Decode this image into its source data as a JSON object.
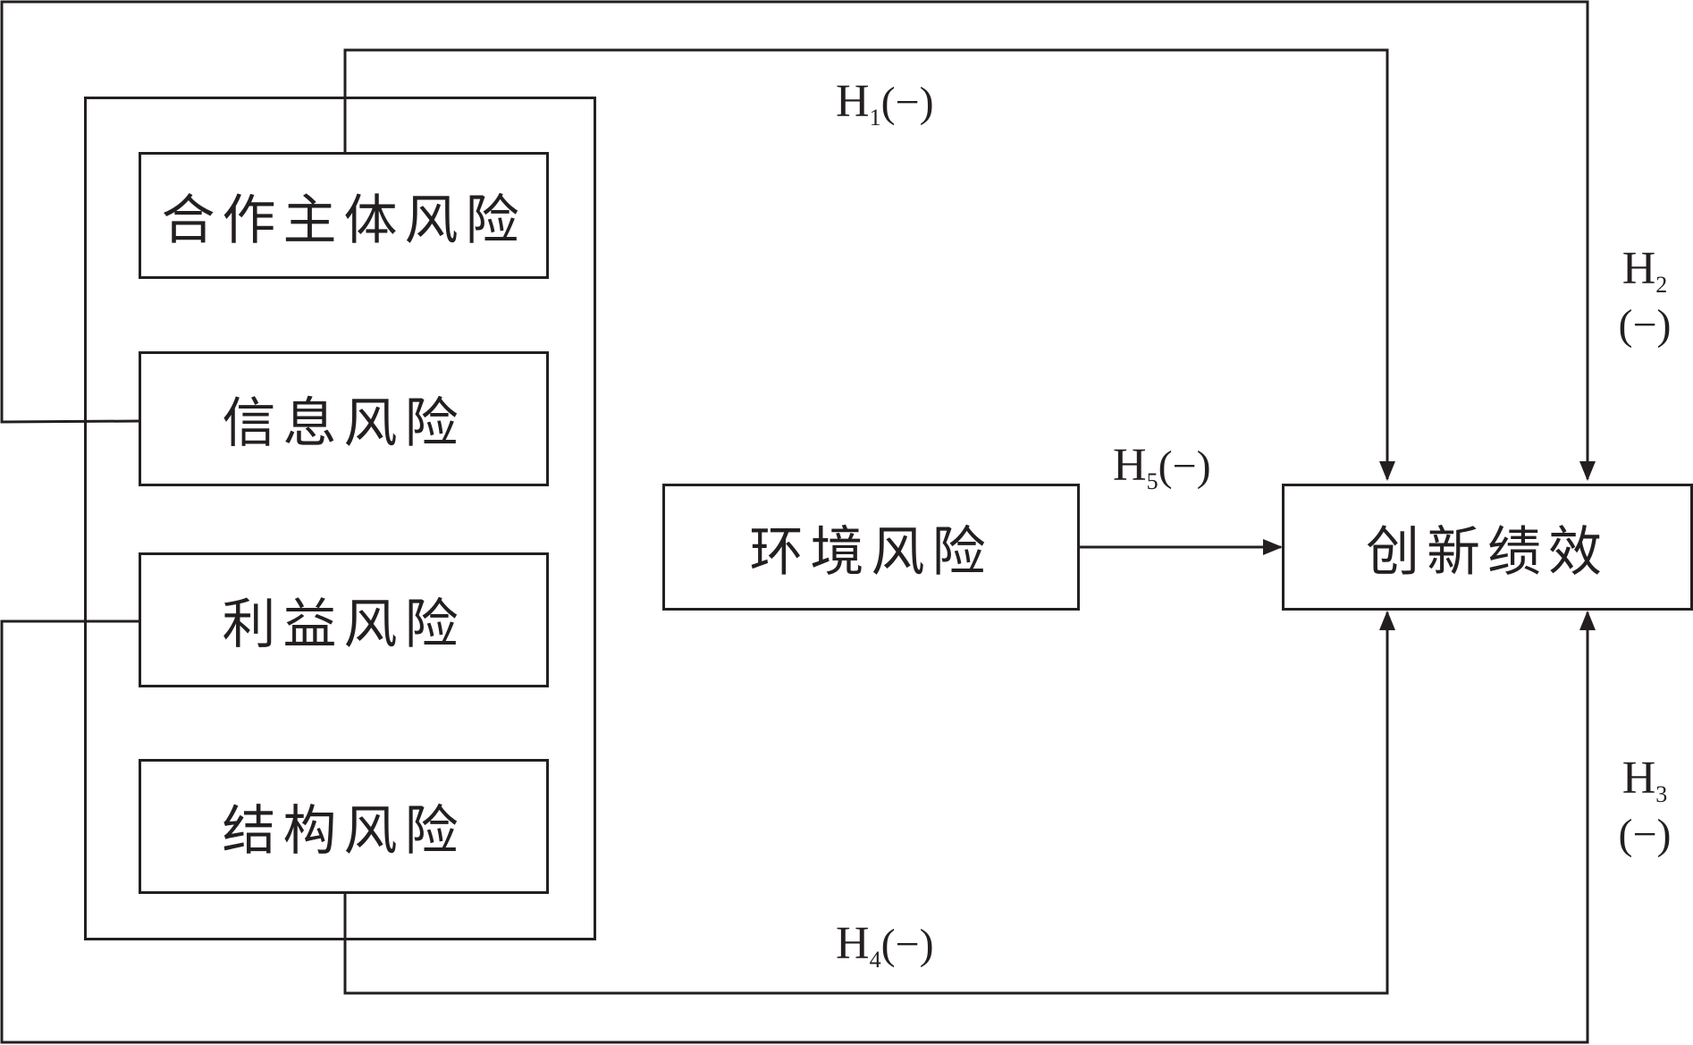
{
  "nodes": {
    "partner_risk": "合作主体风险",
    "info_risk": "信息风险",
    "interest_risk": "利益风险",
    "structure_risk": "结构风险",
    "env_risk": "环境风险",
    "performance": "创新绩效"
  },
  "hypotheses": {
    "h1": {
      "letter": "H",
      "sub": "1",
      "sign": "(−)"
    },
    "h2": {
      "letter": "H",
      "sub": "2",
      "sign": "(−)"
    },
    "h3": {
      "letter": "H",
      "sub": "3",
      "sign": "(−)"
    },
    "h4": {
      "letter": "H",
      "sub": "4",
      "sign": "(−)"
    },
    "h5": {
      "letter": "H",
      "sub": "5",
      "sign": "(−)"
    }
  },
  "colors": {
    "line": "#231f20",
    "background": "#ffffff"
  }
}
